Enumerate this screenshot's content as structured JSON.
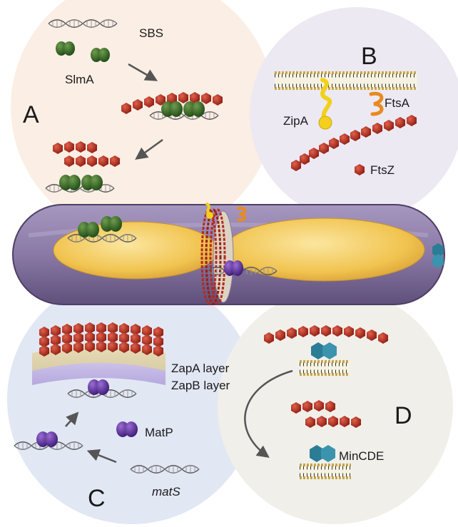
{
  "panels": {
    "A": {
      "letter": "A",
      "labels": {
        "sbs": "SBS",
        "slma": "SlmA"
      },
      "bg_color": "#fbeee4"
    },
    "B": {
      "letter": "B",
      "labels": {
        "zipa": "ZipA",
        "ftsa": "FtsA",
        "ftsz": "FtsZ"
      },
      "bg_color": "#ece9f3"
    },
    "C": {
      "letter": "C",
      "labels": {
        "zapa": "ZapA layer",
        "zapb": "ZapB layer",
        "matp": "MatP",
        "mats": "matS"
      },
      "bg_color": "#e2e7f4"
    },
    "D": {
      "letter": "D",
      "labels": {
        "mincde": "MinCDE"
      },
      "bg_color": "#f1efea"
    }
  },
  "colors": {
    "ftsz": "#b52a1c",
    "slma": "#2f6b22",
    "matp": "#5a2a9a",
    "minc": "#2a7d95",
    "zipa": "#f3d01c",
    "ftsa": "#e88a1e",
    "cell": "#8c7ba6",
    "nucleoid": "#f2c64e",
    "membrane": "#c7a54a"
  }
}
